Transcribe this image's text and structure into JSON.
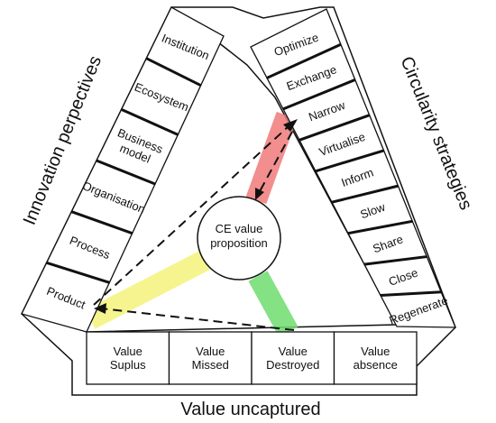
{
  "titles": {
    "left": "Innovation perpectives",
    "right": "Circularity strategies",
    "bottom": "Value uncaptured"
  },
  "innovation": [
    "Institution",
    "Ecosystem",
    "Business model",
    "Organisation",
    "Process",
    "Product"
  ],
  "circularity": [
    "Optimize",
    "Exchange",
    "Narrow",
    "Virtualise",
    "Inform",
    "Slow",
    "Share",
    "Close",
    "Regenerate"
  ],
  "value": [
    "Value Suplus",
    "Value Missed",
    "Value Destroyed",
    "Value absence"
  ],
  "center": "CE value proposition",
  "colors": {
    "yellow": "#f5f27a",
    "green": "#6fdc6f",
    "red": "#f07a7a",
    "stroke": "#111111"
  }
}
